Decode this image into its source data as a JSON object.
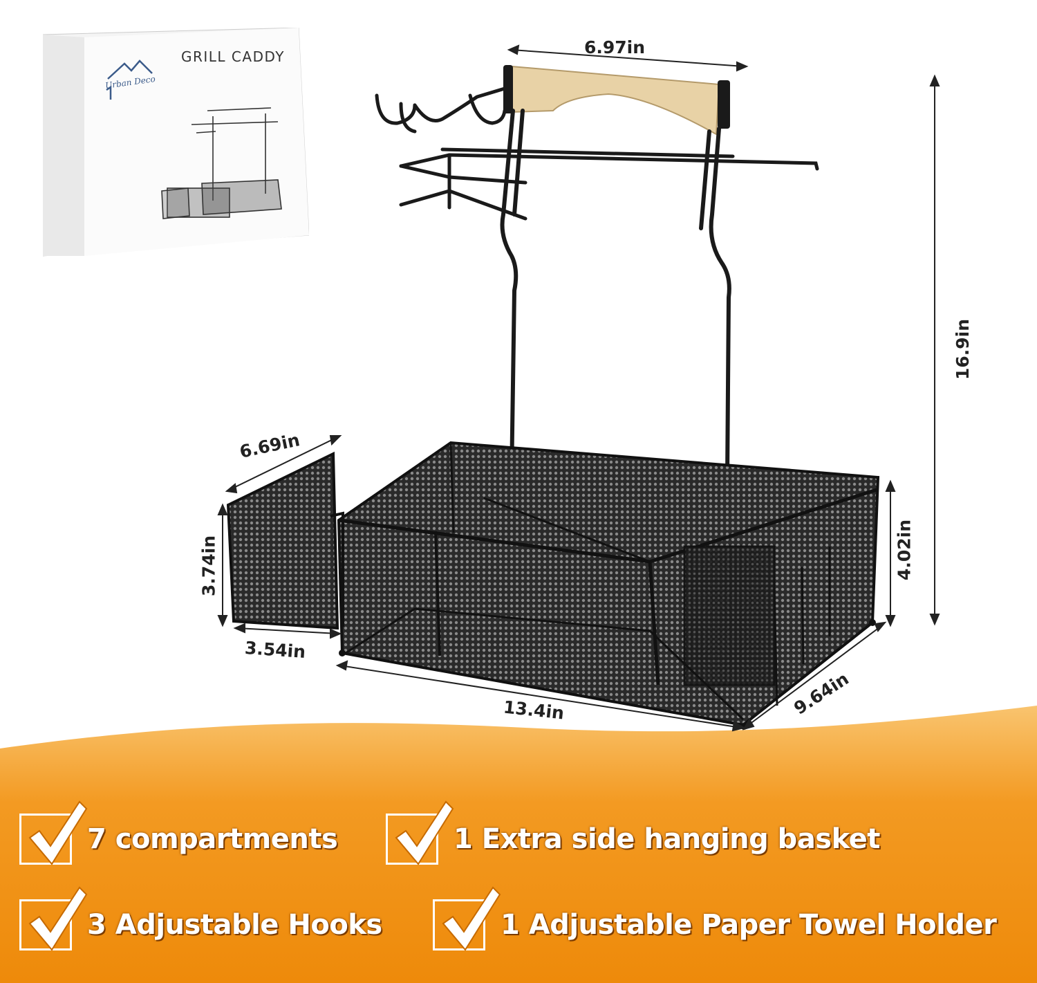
{
  "box": {
    "title": "GRILL CADDY",
    "brand": "Urban Deco"
  },
  "dimensions": {
    "handle_width": "6.97in",
    "total_height": "16.9in",
    "basket_depth": "6.69in",
    "basket_height": "3.74in",
    "basket_width": "3.54in",
    "tray_height": "4.02in",
    "tray_length": "13.4in",
    "tray_depth": "9.64in"
  },
  "features": [
    {
      "label": "7 compartments"
    },
    {
      "label": "1 Extra side hanging basket"
    },
    {
      "label": "3 Adjustable Hooks"
    },
    {
      "label": "1 Adjustable Paper Towel Holder"
    }
  ],
  "colors": {
    "band_top": "#f7b14a",
    "band_bottom": "#f08a0c",
    "wire": "#1a1a1a",
    "wood": "#e8d2a6",
    "check": "#ffffff"
  },
  "icons": {
    "check": "check-icon",
    "brand_logo": "house-logo-icon"
  }
}
